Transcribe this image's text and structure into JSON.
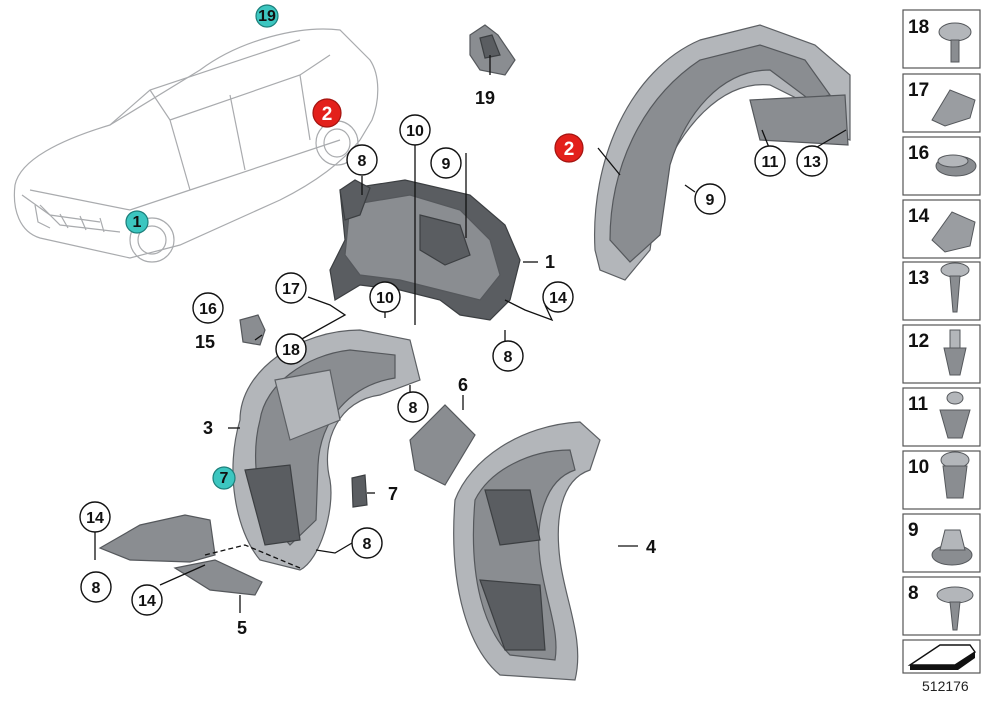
{
  "diagram": {
    "id": "512176",
    "colors": {
      "teal_marker": "#3cc6c0",
      "red_marker": "#e3201b",
      "part_grey": "#8a8d91",
      "legend_border": "#555555"
    },
    "car_markers": [
      "19",
      "2",
      "1"
    ],
    "callouts": [
      "8",
      "9",
      "10",
      "8",
      "10",
      "17",
      "18",
      "16",
      "15",
      "1",
      "14",
      "8",
      "3",
      "7",
      "8",
      "6",
      "7",
      "14",
      "8",
      "14",
      "5",
      "4",
      "11",
      "13",
      "9",
      "19",
      "2"
    ],
    "legend": [
      "18",
      "17",
      "16",
      "14",
      "13",
      "12",
      "11",
      "10",
      "9",
      "8"
    ]
  }
}
